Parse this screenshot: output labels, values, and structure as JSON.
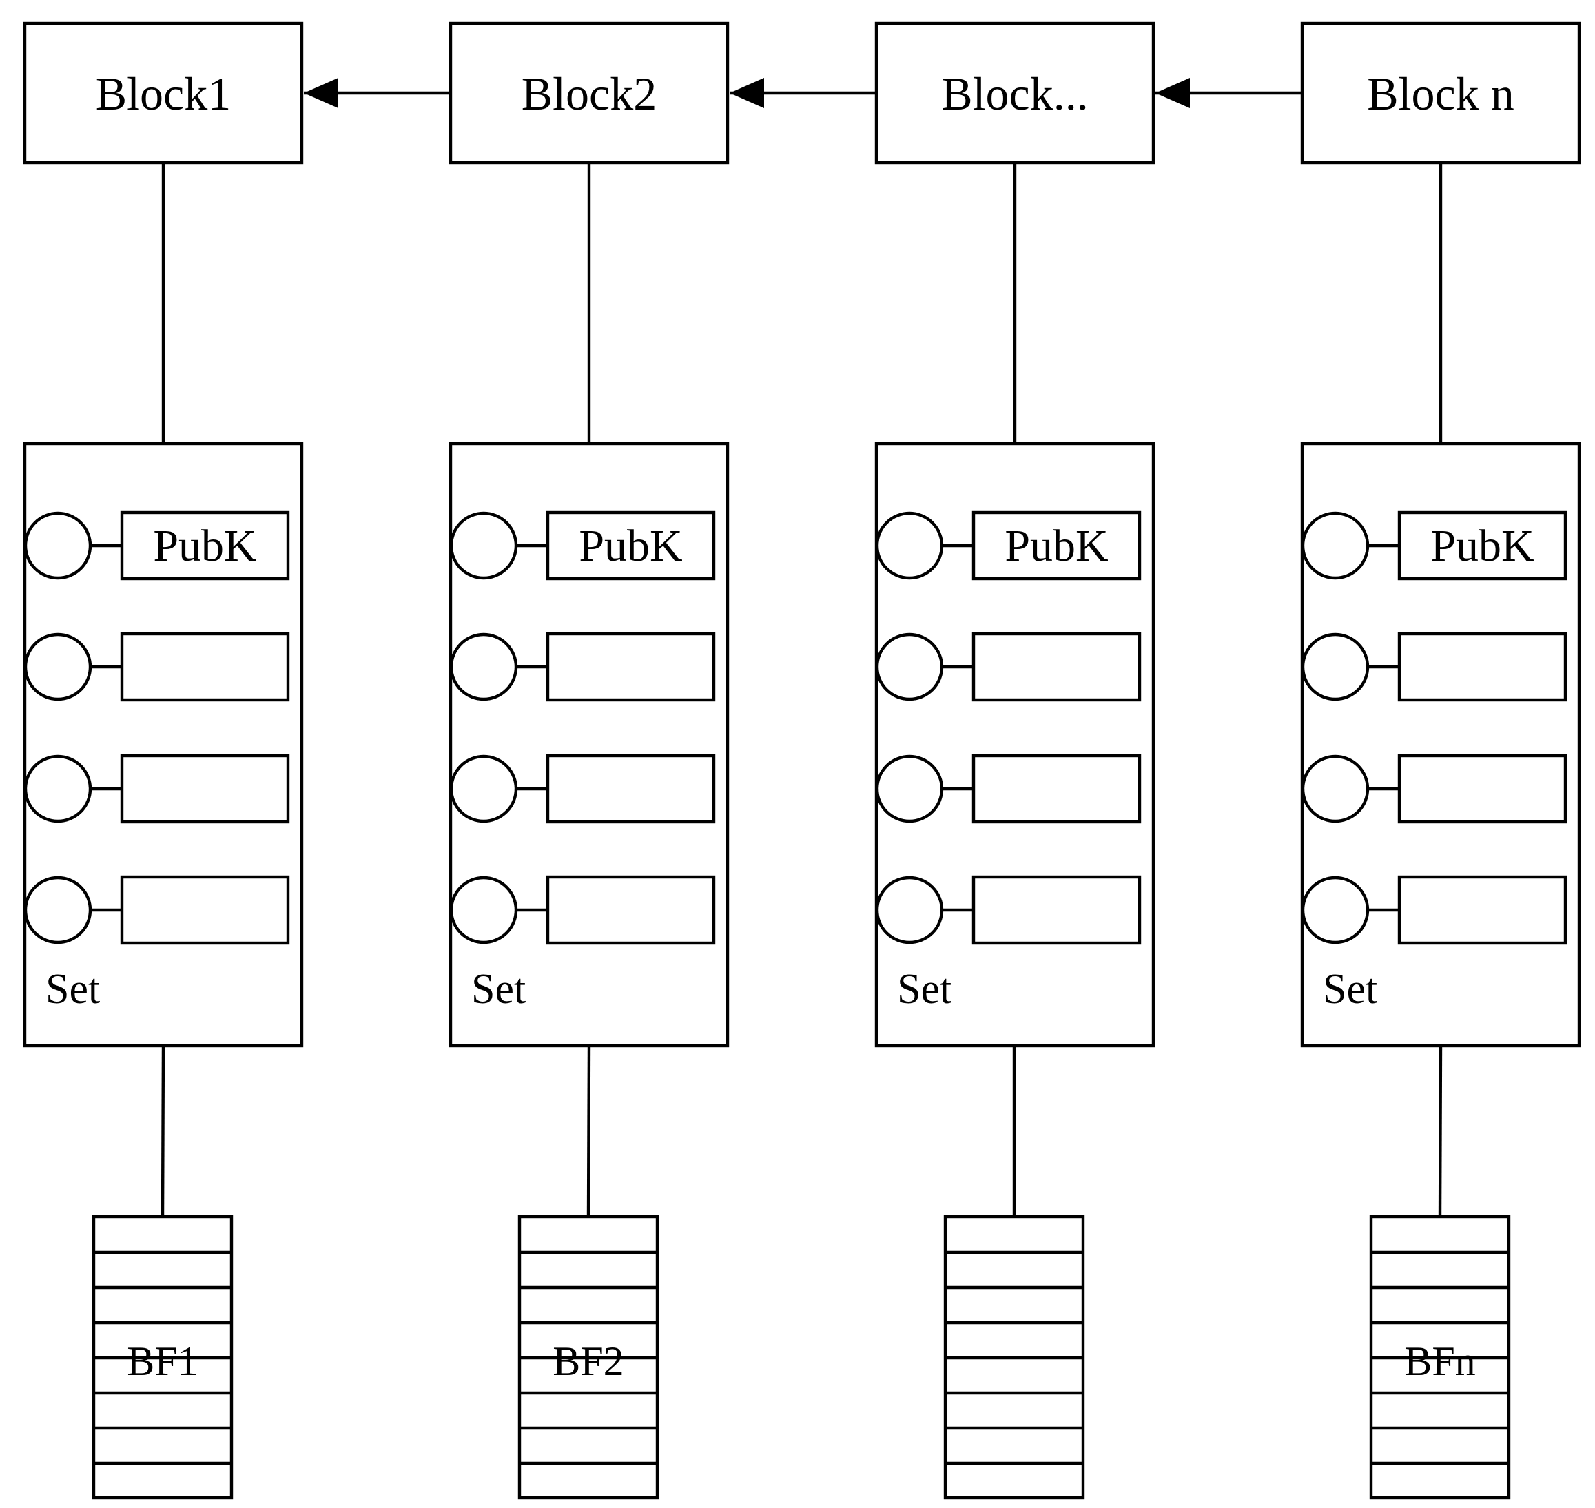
{
  "diagram": {
    "columns": [
      {
        "block": "Block1",
        "slots": [
          "PubK",
          "",
          "",
          ""
        ],
        "set": "Set",
        "bloom_filter": "BF1"
      },
      {
        "block": "Block2",
        "slots": [
          "PubK",
          "",
          "",
          ""
        ],
        "set": "Set",
        "bloom_filter": "BF2"
      },
      {
        "block": "Block...",
        "slots": [
          "PubK",
          "",
          "",
          ""
        ],
        "set": "Set",
        "bloom_filter": ""
      },
      {
        "block": "Block n",
        "slots": [
          "PubK",
          "",
          "",
          ""
        ],
        "set": "Set",
        "bloom_filter": "BFn"
      }
    ],
    "links": [
      {
        "from": "Block2",
        "to": "Block1"
      },
      {
        "from": "Block...",
        "to": "Block2"
      },
      {
        "from": "Block n",
        "to": "Block..."
      }
    ],
    "colors": {
      "stroke": "#000000",
      "background": "#ffffff"
    }
  }
}
